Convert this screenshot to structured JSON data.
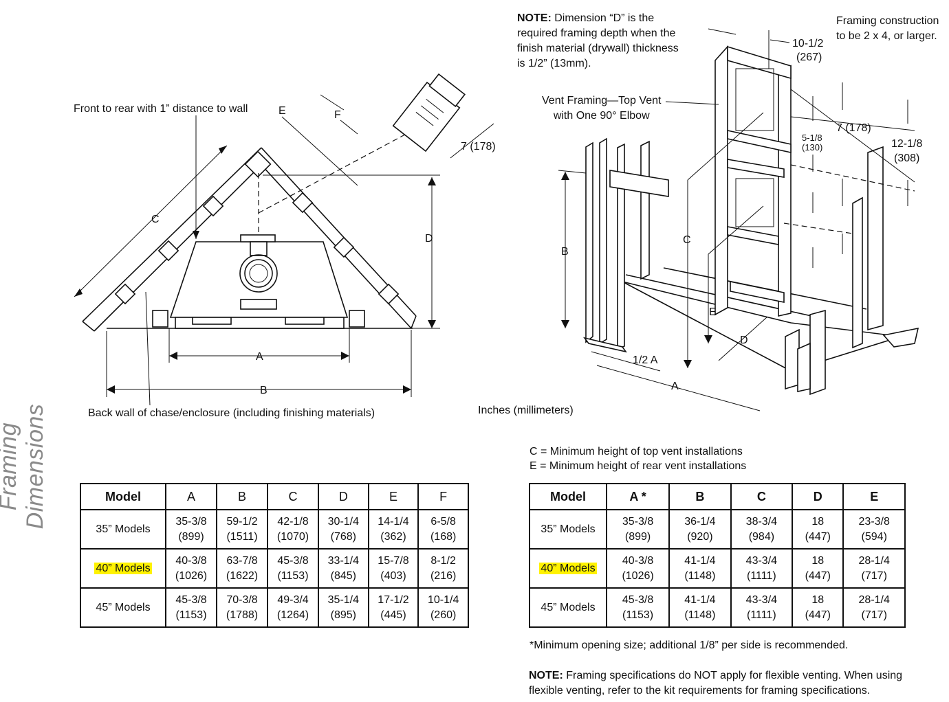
{
  "side_title": "Framing Dimensions",
  "left_diagram": {
    "callout_front_rear": "Front to rear with 1” distance to wall",
    "callout_back_wall": "Back wall of chase/enclosure (including finishing materials)",
    "dim_labels": {
      "a": "A",
      "b": "B",
      "c": "C",
      "d": "D",
      "e": "E",
      "f": "F",
      "vent": "7 (178)"
    }
  },
  "right_diagram": {
    "note_bold": "NOTE:",
    "note_text": [
      " Dimension “D” is the",
      "required framing depth when the",
      "finish material (drywall) thickness",
      "is 1/2” (13mm)."
    ],
    "framing_note": [
      "Framing construction",
      "to be 2 x 4, or larger."
    ],
    "vent_framing": [
      "Vent Framing—Top Vent",
      "with One 90° Elbow"
    ],
    "dims": {
      "d1": "10-1/2",
      "d1_mm": "(267)",
      "d2": "7 (178)",
      "d3": "5-1/8",
      "d3_mm": "(130)",
      "d4": "12-1/8",
      "d4_mm": "(308)",
      "b": "B",
      "c": "C",
      "e": "E",
      "d": "D",
      "half_a": "1/2 A",
      "a": "A"
    },
    "units": "Inches (millimeters)"
  },
  "legend": {
    "c": "C = Minimum height of top vent installations",
    "e": "E = Minimum height of rear vent installations"
  },
  "table_left": {
    "headers": [
      "Model",
      "A",
      "B",
      "C",
      "D",
      "E",
      "F"
    ],
    "rows": [
      {
        "model": "35” Models",
        "cells": [
          [
            "35-3/8",
            "(899)"
          ],
          [
            "59-1/2",
            "(1511)"
          ],
          [
            "42-1/8",
            "(1070)"
          ],
          [
            "30-1/4",
            "(768)"
          ],
          [
            "14-1/4",
            "(362)"
          ],
          [
            "6-5/8",
            "(168)"
          ]
        ]
      },
      {
        "model": "40” Models",
        "cells": [
          [
            "40-3/8",
            "(1026)"
          ],
          [
            "63-7/8",
            "(1622)"
          ],
          [
            "45-3/8",
            "(1153)"
          ],
          [
            "33-1/4",
            "(845)"
          ],
          [
            "15-7/8",
            "(403)"
          ],
          [
            "8-1/2",
            "(216)"
          ]
        ]
      },
      {
        "model": "45” Models",
        "cells": [
          [
            "45-3/8",
            "(1153)"
          ],
          [
            "70-3/8",
            "(1788)"
          ],
          [
            "49-3/4",
            "(1264)"
          ],
          [
            "35-1/4",
            "(895)"
          ],
          [
            "17-1/2",
            "(445)"
          ],
          [
            "10-1/4",
            "(260)"
          ]
        ]
      }
    ]
  },
  "table_right": {
    "headers": [
      "Model",
      "A *",
      "B",
      "C",
      "D",
      "E"
    ],
    "rows": [
      {
        "model": "35” Models",
        "cells": [
          [
            "35-3/8",
            "(899)"
          ],
          [
            "36-1/4",
            "(920)"
          ],
          [
            "38-3/4",
            "(984)"
          ],
          [
            "18",
            "(447)"
          ],
          [
            "23-3/8",
            "(594)"
          ]
        ]
      },
      {
        "model": "40” Models",
        "cells": [
          [
            "40-3/8",
            "(1026)"
          ],
          [
            "41-1/4",
            "(1148)"
          ],
          [
            "43-3/4",
            "(1111)"
          ],
          [
            "18",
            "(447)"
          ],
          [
            "28-1/4",
            "(717)"
          ]
        ]
      },
      {
        "model": "45” Models",
        "cells": [
          [
            "45-3/8",
            "(1153)"
          ],
          [
            "41-1/4",
            "(1148)"
          ],
          [
            "43-3/4",
            "(1111)"
          ],
          [
            "18",
            "(447)"
          ],
          [
            "28-1/4",
            "(717)"
          ]
        ]
      }
    ]
  },
  "footnote": "*Minimum opening size; additional 1/8” per side is recommended.",
  "bottom_note_bold": "NOTE:",
  "bottom_note_text": [
    " Framing specifications do NOT apply for flexible venting. When using",
    "flexible venting, refer to the kit requirements for framing specifications."
  ],
  "highlight_color": "#fff200"
}
